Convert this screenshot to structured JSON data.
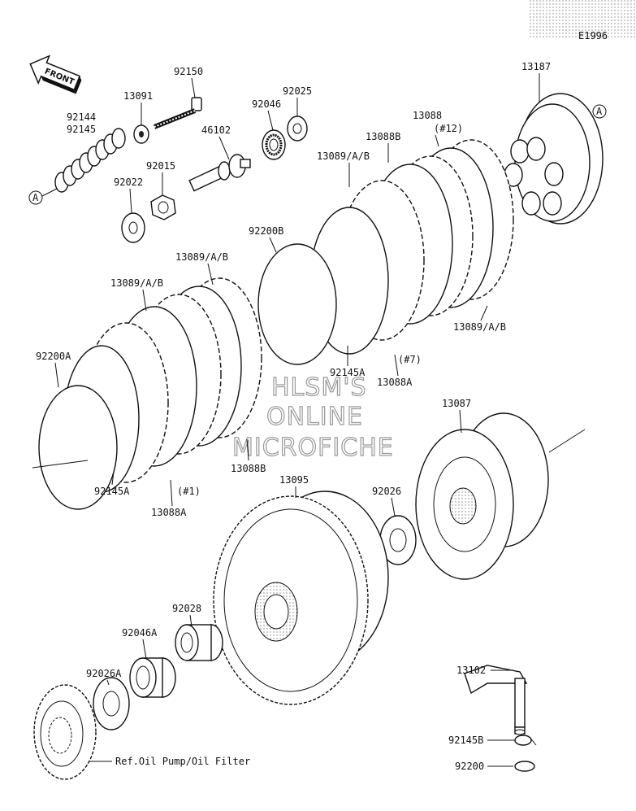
{
  "direction_arrow": {
    "label": "FRONT"
  },
  "corner_code": "E1996",
  "callout_marker": "A",
  "watermark": {
    "line1": "HLSM'S",
    "line2": "ONLINE",
    "line3": "MICROFICHE"
  },
  "parts": {
    "p92150": "92150",
    "p13091": "13091",
    "p92144": "92144",
    "p92145": "92145",
    "p46102": "46102",
    "p92046": "92046",
    "p92025": "92025",
    "p13187": "13187",
    "p92015": "92015",
    "p92022": "92022",
    "p13088": "13088",
    "p12note": "(#12)",
    "p13088B_top": "13088B",
    "p13089AB_top": "13089/A/B",
    "p92200B": "92200B",
    "p13089AB_mid": "13089/A/B",
    "p13089AB_left": "13089/A/B",
    "p13089AB_right": "13089/A/B",
    "p92200A": "92200A",
    "p92145A_mid": "92145A",
    "p7note": "(#7)",
    "p13088A_mid": "13088A",
    "p13088B_bot": "13088B",
    "p92145A_left": "92145A",
    "p1note": "(#1)",
    "p13088A_left": "13088A",
    "p13095": "13095",
    "p13087": "13087",
    "p92026": "92026",
    "p92028": "92028",
    "p92046A": "92046A",
    "p92026A": "92026A",
    "p13102": "13102",
    "p92145B": "92145B",
    "p92200": "92200"
  },
  "reference_note": "Ref.Oil Pump/Oil Filter"
}
